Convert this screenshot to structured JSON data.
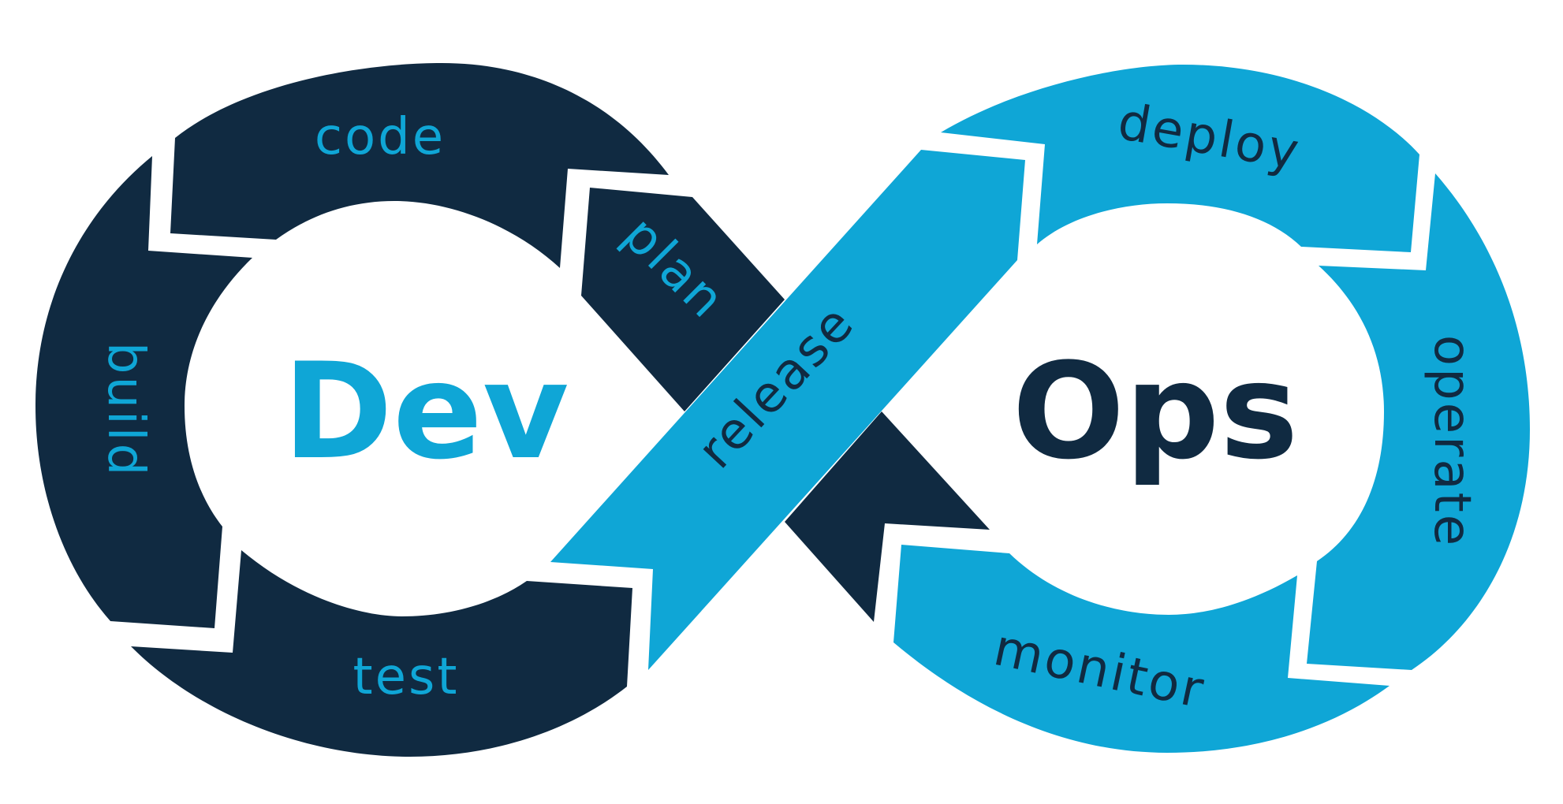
{
  "colors": {
    "dark": "#102a41",
    "light": "#0fa6d6",
    "background": "#ffffff"
  },
  "center": {
    "dev": "Dev",
    "ops": "Ops"
  },
  "stages": {
    "plan": "plan",
    "code": "code",
    "build": "build",
    "test": "test",
    "release": "release",
    "deploy": "deploy",
    "operate": "operate",
    "monitor": "monitor"
  }
}
